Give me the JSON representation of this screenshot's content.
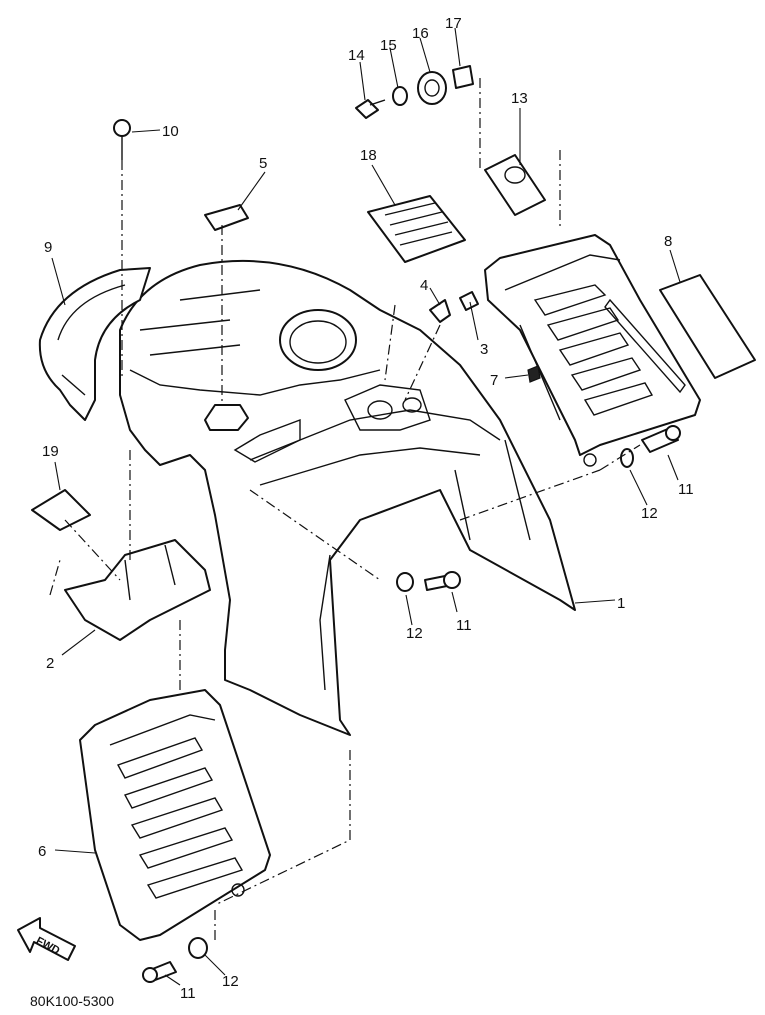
{
  "diagram": {
    "drawing_code": "80K100-5300",
    "fwd_label": "FWD",
    "callouts": [
      {
        "id": "c1",
        "text": "1"
      },
      {
        "id": "c2",
        "text": "2"
      },
      {
        "id": "c3",
        "text": "3"
      },
      {
        "id": "c4",
        "text": "4"
      },
      {
        "id": "c5",
        "text": "5"
      },
      {
        "id": "c6",
        "text": "6"
      },
      {
        "id": "c7",
        "text": "7"
      },
      {
        "id": "c8",
        "text": "8"
      },
      {
        "id": "c9",
        "text": "9"
      },
      {
        "id": "c10",
        "text": "10"
      },
      {
        "id": "c11a",
        "text": "11"
      },
      {
        "id": "c11b",
        "text": "11"
      },
      {
        "id": "c11c",
        "text": "11"
      },
      {
        "id": "c12a",
        "text": "12"
      },
      {
        "id": "c12b",
        "text": "12"
      },
      {
        "id": "c12c",
        "text": "12"
      },
      {
        "id": "c13",
        "text": "13"
      },
      {
        "id": "c14",
        "text": "14"
      },
      {
        "id": "c15",
        "text": "15"
      },
      {
        "id": "c16",
        "text": "16"
      },
      {
        "id": "c17",
        "text": "17"
      },
      {
        "id": "c18",
        "text": "18"
      },
      {
        "id": "c19",
        "text": "19"
      }
    ]
  }
}
